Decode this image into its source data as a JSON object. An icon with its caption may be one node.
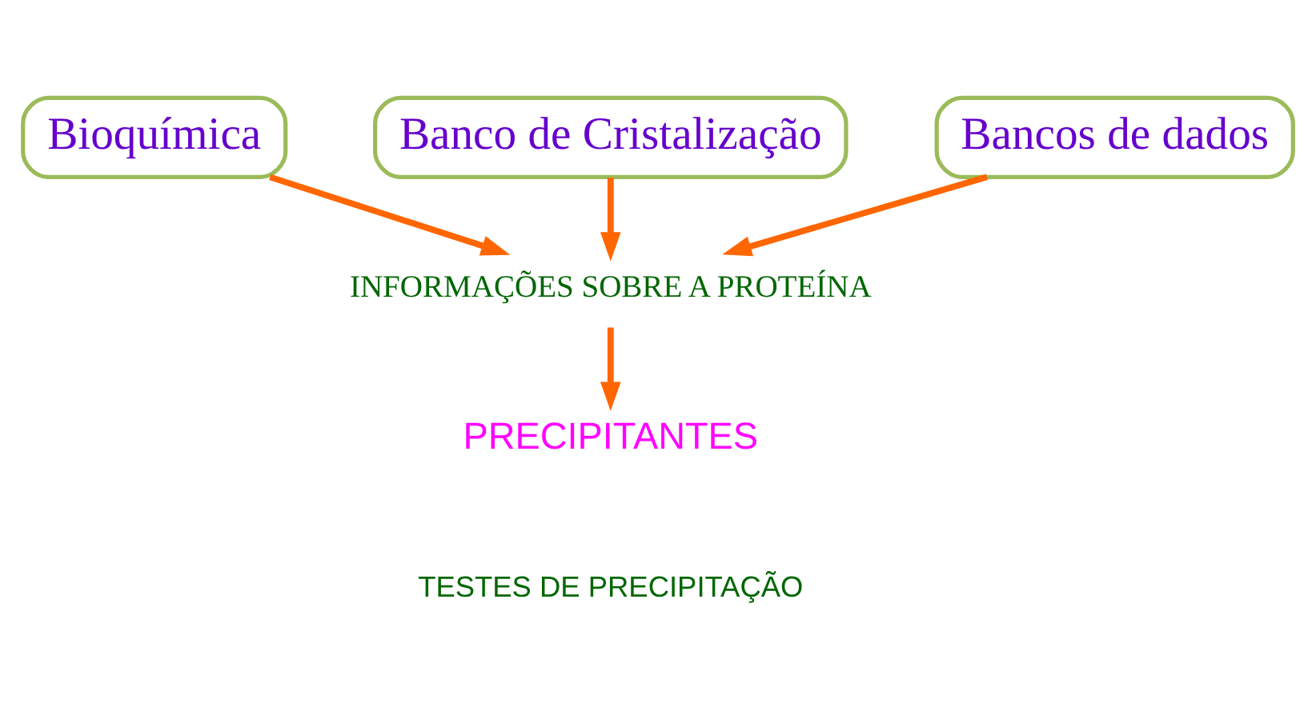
{
  "diagram": {
    "nodes": [
      {
        "text": [
          "Bioquímica"
        ]
      },
      {
        "text": [
          "Banco de Cristalização"
        ]
      },
      {
        "text": [
          "Bancos de dados"
        ]
      },
      {
        "text": [
          "INFORMAÇÕES SOBRE A PROTEÍNA"
        ]
      },
      {
        "text": [
          "PRECIPITANTES"
        ]
      }
    ],
    "edges": [
      {
        "from": 0,
        "to": 3,
        "arrow": "to"
      },
      {
        "from": 1,
        "to": 3,
        "arrow": "to"
      },
      {
        "from": 2,
        "to": 3,
        "arrow": "to"
      },
      {
        "from": 3,
        "to": 4,
        "arrow": "to"
      }
    ],
    "labels": [
      "TESTES DE PRECIPITAÇÃO"
    ]
  }
}
